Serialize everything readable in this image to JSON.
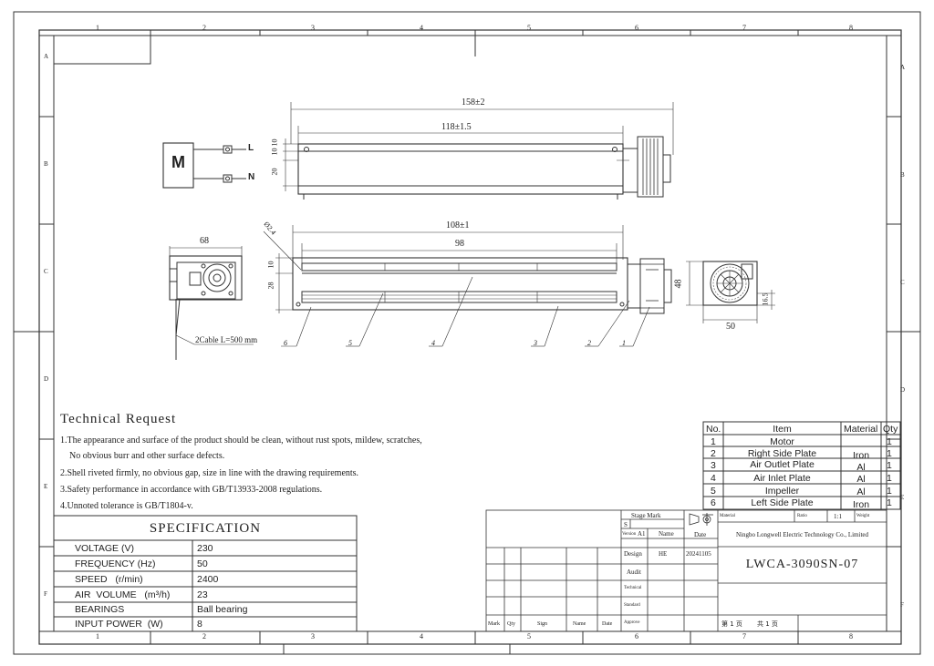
{
  "zones": {
    "columns": [
      "1",
      "2",
      "3",
      "4",
      "5",
      "6",
      "7",
      "8"
    ],
    "rows": [
      "A",
      "B",
      "C",
      "D",
      "E",
      "F"
    ]
  },
  "motor": {
    "symbol": "M",
    "terminal_l": "L",
    "terminal_n": "N"
  },
  "dimensions": {
    "top_overall": "158±2",
    "top_body": "118±1.5",
    "top_left_10a": "10",
    "top_left_10b": "10",
    "top_left_20": "20",
    "front_overall": "108±1",
    "front_inner": "98",
    "front_dia": "Ø2.4",
    "front_left_10": "10",
    "front_left_28": "28",
    "side_width": "68",
    "right_height": "48",
    "right_width": "50",
    "right_offset": "16.5"
  },
  "cable": "2Cable L=500 mm",
  "callouts": [
    "6",
    "5",
    "4",
    "3",
    "2",
    "1"
  ],
  "technical_request": {
    "title": "Technical Request",
    "lines": [
      "1.The appearance and surface of the product should be clean, without rust spots, mildew, scratches,",
      "No obvious burr and other surface defects.",
      "2.Shell riveted firmly, no obvious gap, size in line with the drawing requirements.",
      "3.Safety performance in accordance with GB/T13933-2008 regulations.",
      "4.Unnoted tolerance is GB/T1804-v."
    ]
  },
  "bom": {
    "headers": [
      "No.",
      "Item",
      "Material",
      "Qty"
    ],
    "rows": [
      {
        "no": "1",
        "item": "Motor",
        "material": "",
        "qty": "1"
      },
      {
        "no": "2",
        "item": "Right Side Plate",
        "material": "Iron",
        "qty": "1"
      },
      {
        "no": "3",
        "item": "Air Outlet Plate",
        "material": "Al",
        "qty": "1"
      },
      {
        "no": "4",
        "item": "Air Inlet Plate",
        "material": "Al",
        "qty": "1"
      },
      {
        "no": "5",
        "item": "Impeller",
        "material": "Al",
        "qty": "1"
      },
      {
        "no": "6",
        "item": "Left Side Plate",
        "material": "Iron",
        "qty": "1"
      }
    ]
  },
  "specification": {
    "title": "SPECIFICATION",
    "rows": [
      {
        "label": "VOLTAGE (V)",
        "value": "230"
      },
      {
        "label": "FREQUENCY (Hz)",
        "value": "50"
      },
      {
        "label": "SPEED   (r/min)",
        "value": "2400"
      },
      {
        "label": "AIR  VOLUME   (m³/h)",
        "value": "23"
      },
      {
        "label": "BEARINGS",
        "value": "Ball bearing"
      },
      {
        "label": "INPUT POWER  (W)",
        "value": "8"
      }
    ]
  },
  "title_block": {
    "stage_mark": "Stage Mark",
    "stage_value": "S",
    "version_label": "Version",
    "version_value": "A1",
    "name_label": "Name",
    "date_label": "Date",
    "design_label": "Design",
    "design_name": "HE",
    "design_date": "20241105",
    "audit_label": "Audit",
    "technical_label": "Technical",
    "standard_label": "Standard",
    "approve_label": "Approve",
    "material_label": "Material",
    "ratio_label": "Ratio",
    "ratio_value": "1:1",
    "weight_label": "Weight",
    "company": "Ningbo Longwell Electric Technology  Co., Limited",
    "part_number": "LWCA-3090SN-07",
    "page": "第 1 页",
    "total": "共 1 页",
    "rev_headers": [
      "Mark",
      "Qty",
      "Sign",
      "Name",
      "Date"
    ]
  }
}
